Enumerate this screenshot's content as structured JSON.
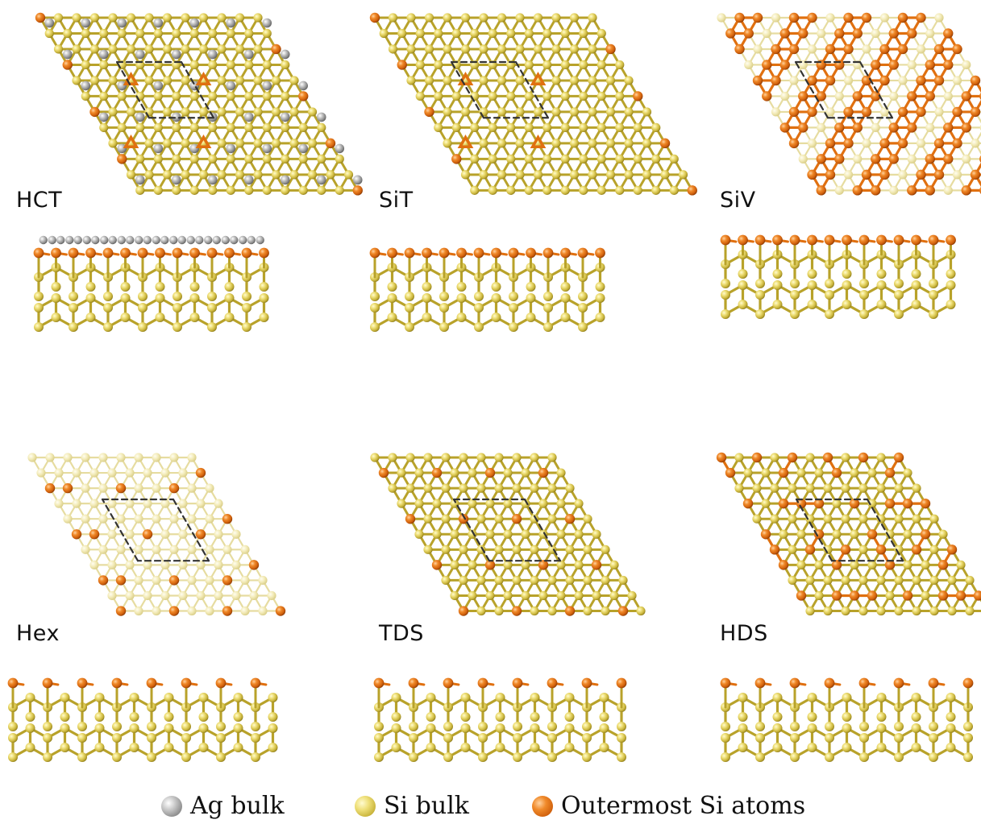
{
  "panels": {
    "hct": {
      "label": "HCT"
    },
    "sit": {
      "label": "SiT"
    },
    "siv": {
      "label": "SiV"
    },
    "hex": {
      "label": "Hex"
    },
    "tds": {
      "label": "TDS"
    },
    "hds": {
      "label": "HDS"
    }
  },
  "legend": {
    "ag": "Ag bulk",
    "si": "Si bulk",
    "outer": "Outermost Si atoms"
  },
  "colors": {
    "si_bulk": "#c8b33a",
    "outermost_si": "#e0700e",
    "ag_bulk": "#9a9a9a",
    "bond_light": "#e8dc9a",
    "bond": "#b8a22a",
    "unit_cell": "#333333"
  }
}
